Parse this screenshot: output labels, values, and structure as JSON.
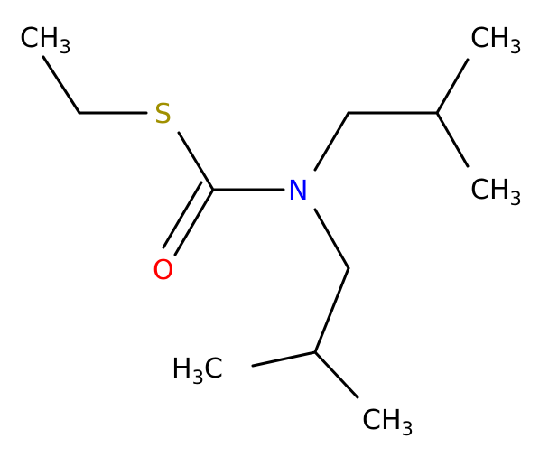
{
  "molecule": {
    "colors": {
      "bond": "#000000",
      "carbon_label": "#000000",
      "sulfur": "#A09000",
      "nitrogen": "#0000FF",
      "oxygen": "#FF0000"
    },
    "labels": {
      "ch3_top_left": {
        "main": "CH",
        "sub": "3"
      },
      "sulfur": "S",
      "nitrogen": "N",
      "oxygen": "O",
      "ch3_top_right": {
        "main": "CH",
        "sub": "3"
      },
      "ch3_mid_right": {
        "main": "CH",
        "sub": "3"
      },
      "h3c_bottom_left": {
        "main": "H",
        "sub": "3",
        "tail": "C"
      },
      "ch3_bottom_right": {
        "main": "CH",
        "sub": "3"
      }
    }
  }
}
